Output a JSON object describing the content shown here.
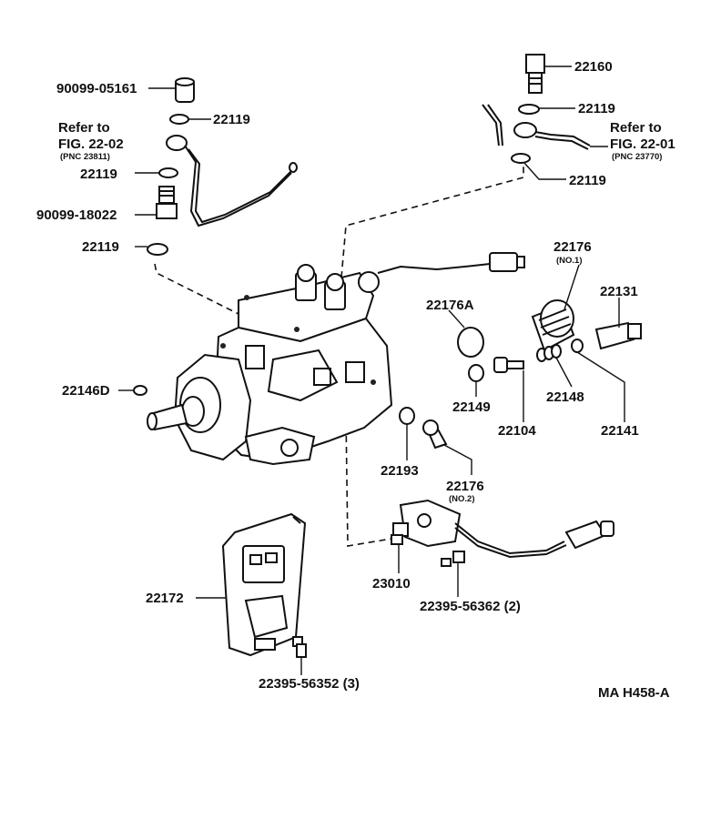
{
  "labels": {
    "p_90099_05161": "90099-05161",
    "p_22119_a": "22119",
    "refer_left_1": "Refer to",
    "refer_left_2": "FIG. 22-02",
    "refer_left_pnc": "(PNC 23811)",
    "p_22119_b": "22119",
    "p_90099_18022": "90099-18022",
    "p_22119_c": "22119",
    "p_22160": "22160",
    "p_22119_d": "22119",
    "refer_right_1": "Refer to",
    "refer_right_2": "FIG. 22-01",
    "refer_right_pnc": "(PNC 23770)",
    "p_22119_e": "22119",
    "p_22176_no1": "22176",
    "p_22176_no1_sub": "(NO.1)",
    "p_22131": "22131",
    "p_22176A": "22176A",
    "p_22146D": "22146D",
    "p_22149": "22149",
    "p_22148": "22148",
    "p_22104": "22104",
    "p_22141": "22141",
    "p_22193": "22193",
    "p_22176_no2": "22176",
    "p_22176_no2_sub": "(NO.2)",
    "p_23010": "23010",
    "p_22395_2": "22395-56362 (2)",
    "p_22172": "22172",
    "p_22395_3": "22395-56352 (3)",
    "figure_code": "MA H458-A"
  }
}
